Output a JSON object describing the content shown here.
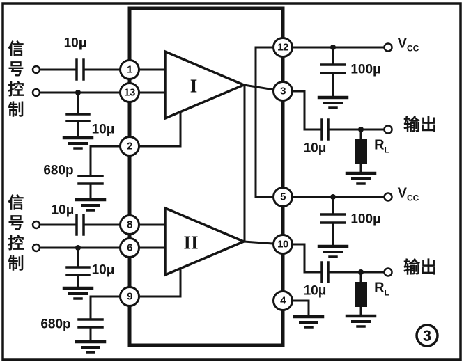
{
  "figure": {
    "number": "3"
  },
  "ic": {
    "amp1": "I",
    "amp2": "II",
    "pins": {
      "p1": "1",
      "p2": "2",
      "p3": "3",
      "p4": "4",
      "p5": "5",
      "p6": "6",
      "p8": "8",
      "p9": "9",
      "p10": "10",
      "p12": "12",
      "p13": "13"
    }
  },
  "labels": {
    "signal_control_1": "信号控制",
    "signal_control_2": "信号控制",
    "cap_input_1": "10μ",
    "cap_shunt_1": "10μ",
    "cap_comp_1": "680p",
    "cap_input_2": "10μ",
    "cap_shunt_2": "10μ",
    "cap_comp_2": "680p",
    "cap_supply_1": "100μ",
    "cap_supply_2": "100μ",
    "cap_output_1": "10μ",
    "cap_output_2": "10μ",
    "supply_main": "V",
    "supply_sub": "CC",
    "load_main": "R",
    "load_sub": "L",
    "output_1": "输出",
    "output_2": "输出"
  },
  "colors": {
    "ink": "#141414",
    "paper": "#ffffff"
  }
}
